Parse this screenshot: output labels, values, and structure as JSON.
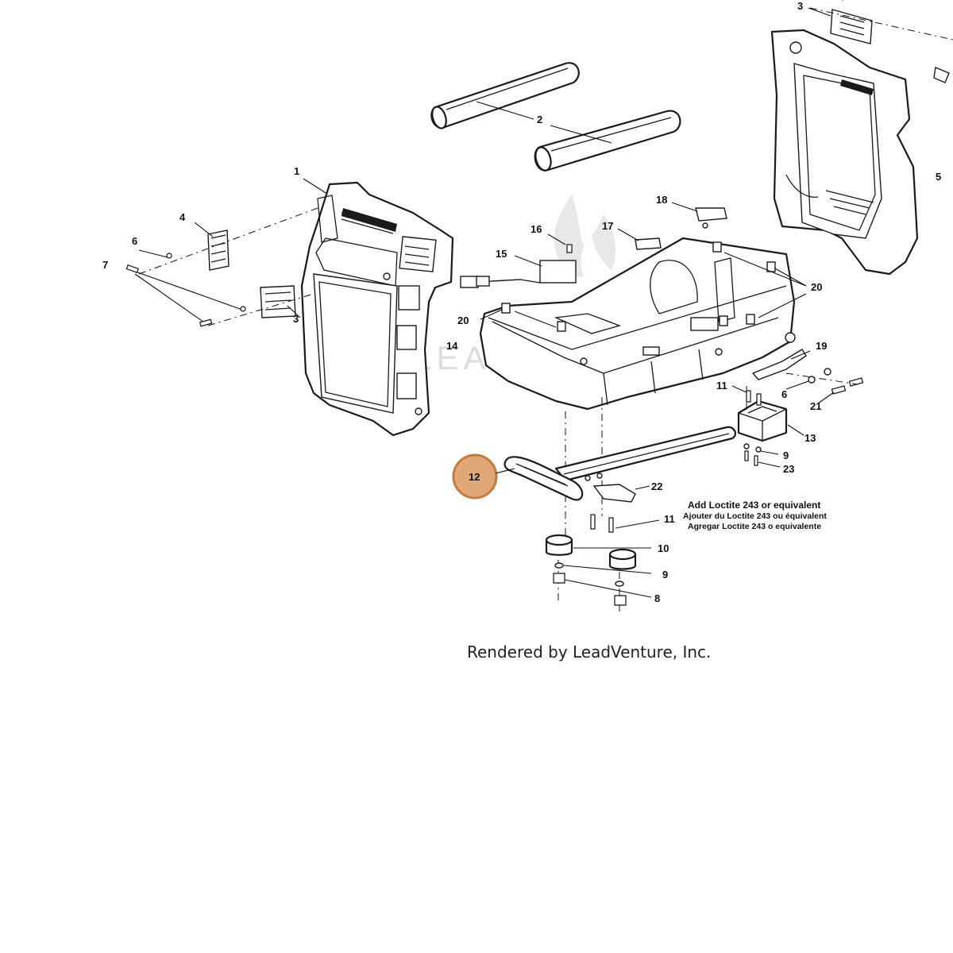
{
  "callouts": [
    {
      "label": "1"
    },
    {
      "label": "2"
    },
    {
      "label": "3"
    },
    {
      "label": "3"
    },
    {
      "label": "4"
    },
    {
      "label": "5"
    },
    {
      "label": "6"
    },
    {
      "label": "6"
    },
    {
      "label": "7"
    },
    {
      "label": "8"
    },
    {
      "label": "9"
    },
    {
      "label": "9"
    },
    {
      "label": "10"
    },
    {
      "label": "11"
    },
    {
      "label": "11"
    },
    {
      "label": "12"
    },
    {
      "label": "13"
    },
    {
      "label": "14"
    },
    {
      "label": "15"
    },
    {
      "label": "16"
    },
    {
      "label": "17"
    },
    {
      "label": "18"
    },
    {
      "label": "19"
    },
    {
      "label": "20"
    },
    {
      "label": "20"
    },
    {
      "label": "21"
    },
    {
      "label": "22"
    },
    {
      "label": "23"
    }
  ],
  "highlighted_part": "12",
  "note": {
    "line1": "Add Loctite 243 or equivalent",
    "line2": "Ajouter du Loctite 243 ou équivalent",
    "line3": "Agregar Loctite 243 o equivalente"
  },
  "credit": "Rendered by LeadVenture, Inc.",
  "colors": {
    "highlight_fill": "#e0a777",
    "highlight_stroke": "#c47c3e"
  }
}
